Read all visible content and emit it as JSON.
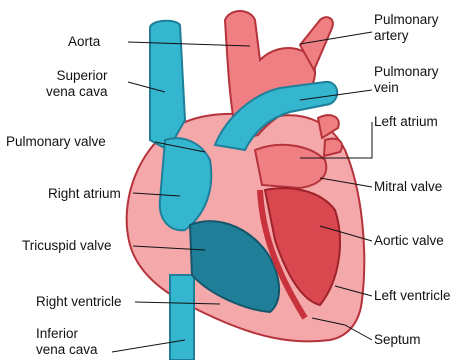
{
  "labels": {
    "aorta": "Aorta",
    "superior_vena_cava": [
      "Superior",
      "vena cava"
    ],
    "pulmonary_valve": "Pulmonary valve",
    "right_atrium": "Right atrium",
    "tricuspid_valve": "Tricuspid valve",
    "right_ventricle": "Right ventricle",
    "inferior_vena_cava": [
      "Inferior",
      "vena cava"
    ],
    "pulmonary_artery": [
      "Pulmonary",
      "artery"
    ],
    "pulmonary_vein": [
      "Pulmonary",
      "vein"
    ],
    "left_atrium": "Left atrium",
    "mitral_valve": "Mitral valve",
    "aortic_valve": "Aortic valve",
    "left_ventricle": "Left ventricle",
    "septum": "Septum"
  },
  "colors": {
    "blue_vessel": "#35b6cf",
    "blue_dark": "#1f7f99",
    "red_vessel": "#f07f84",
    "red_dark": "#c8323c",
    "muscle": "#f4a8aa",
    "leader": "#111111"
  }
}
